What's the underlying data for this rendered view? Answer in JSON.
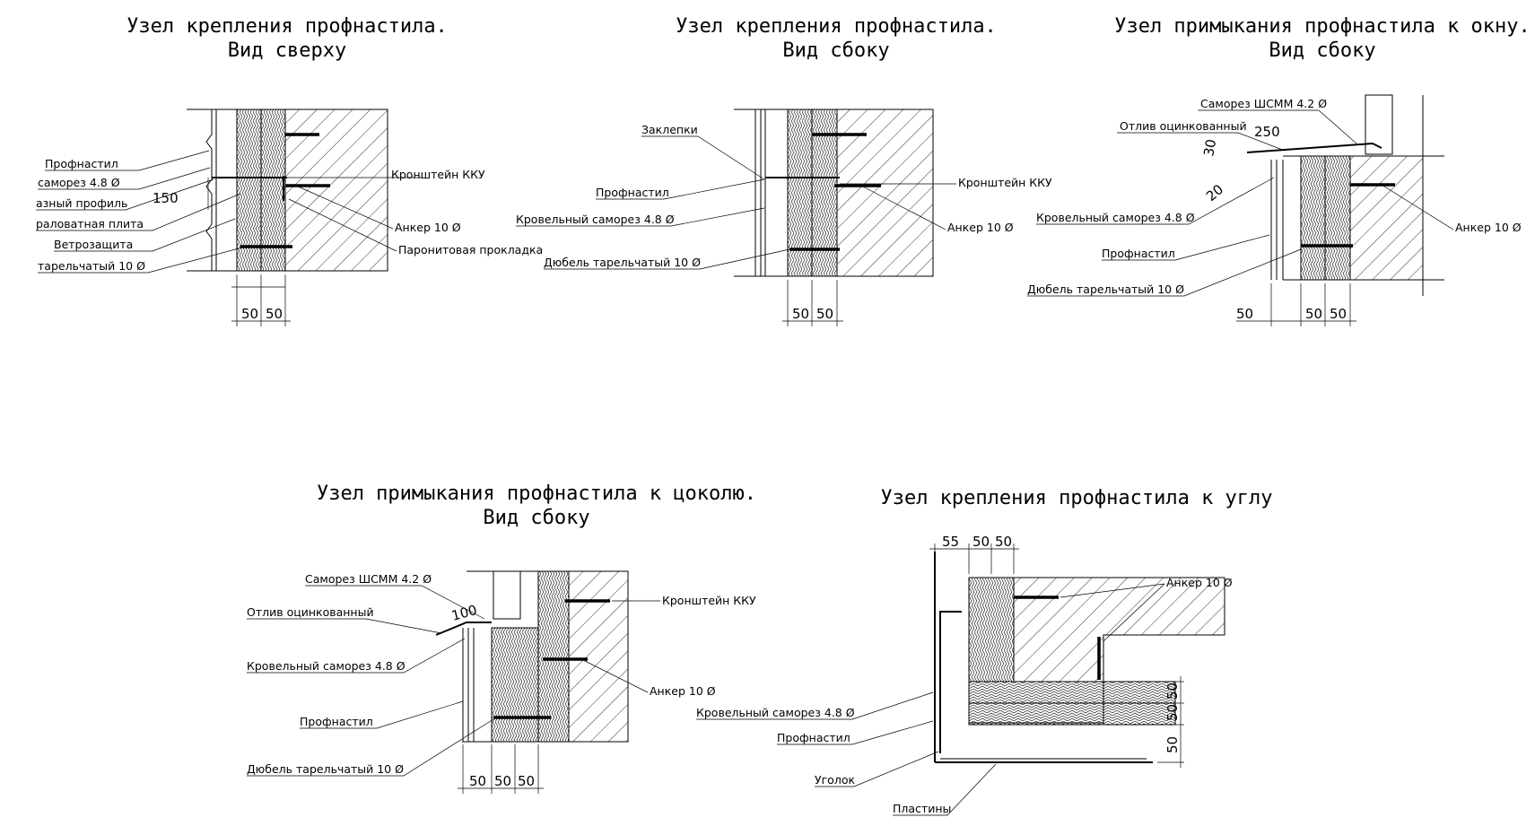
{
  "details": [
    {
      "title": [
        "Узел крепления профнастила.",
        "Вид сверху"
      ],
      "labels": [
        "Профнастил",
        "саморез 4.8 Ø",
        "азный профиль",
        "раловатная плита",
        "Ветрозащита",
        "тарельчатый 10 Ø",
        "Кронштейн ККУ",
        "Анкер 10 Ø",
        "Паронитовая прокладка"
      ],
      "dims": [
        "150",
        "50",
        "50"
      ]
    },
    {
      "title": [
        "Узел крепления профнастила.",
        "Вид сбоку"
      ],
      "labels": [
        "Заклепки",
        "Профнастил",
        "Кровельный саморез 4.8 Ø",
        "Дюбель тарельчатый 10 Ø",
        "Кронштейн ККУ",
        "Анкер 10 Ø"
      ],
      "dims": [
        "50",
        "50"
      ]
    },
    {
      "title": [
        "Узел примыкания профнастила к окну.",
        "Вид сбоку"
      ],
      "labels": [
        "Саморез ШСММ 4.2 Ø",
        "Отлив оцинкованный",
        "Кровельный саморез 4.8 Ø",
        "Профнастил",
        "Дюбель тарельчатый 10 Ø",
        "Анкер 10 Ø"
      ],
      "dims": [
        "250",
        "30",
        "20",
        "50",
        "50",
        "50"
      ]
    },
    {
      "title": [
        "Узел примыкания профнастила к цоколю.",
        "Вид сбоку"
      ],
      "labels": [
        "Саморез ШСММ 4.2 Ø",
        "Отлив оцинкованный",
        "Кровельный саморез 4.8 Ø",
        "Профнастил",
        "Дюбель тарельчатый 10 Ø",
        "Кронштейн ККУ",
        "Анкер 10 Ø"
      ],
      "dims": [
        "100",
        "50",
        "50",
        "50"
      ]
    },
    {
      "title": [
        "Узел крепления профнастила к углу"
      ],
      "labels": [
        "Анкер 10 Ø",
        "Кровельный саморез 4.8 Ø",
        "Профнастил",
        "Уголок",
        "Пластины"
      ],
      "dims": [
        "55",
        "50",
        "50",
        "50",
        "50",
        "50"
      ]
    }
  ],
  "colors": {
    "ink": "#000000",
    "paper": "#ffffff"
  }
}
